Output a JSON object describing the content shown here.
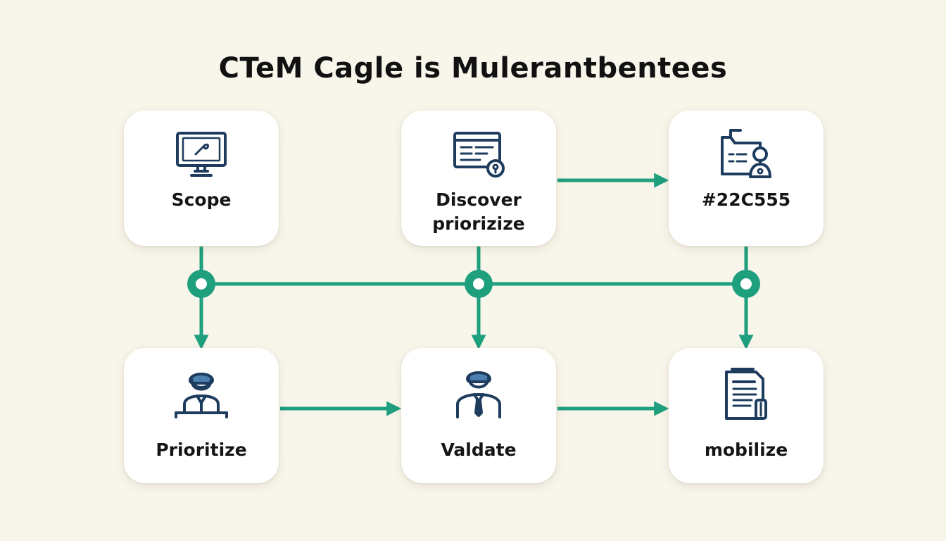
{
  "title": "CTeM Cagle is Mulerantbentees",
  "colors": {
    "background": "#f8f5ea",
    "accent": "#1e9f7e",
    "icon_stroke": "#1d3c5e",
    "card": "#ffffff"
  },
  "nodes": [
    {
      "id": "scope",
      "label_lines": [
        "Scope"
      ],
      "icon": "monitor-icon"
    },
    {
      "id": "discover",
      "label_lines": [
        "Discover",
        "priorizize"
      ],
      "icon": "document-lock-icon"
    },
    {
      "id": "third",
      "label_lines": [
        "#22C555"
      ],
      "icon": "folder-user-icon"
    },
    {
      "id": "prioritize",
      "label_lines": [
        "Prioritize"
      ],
      "icon": "person-at-desk-icon"
    },
    {
      "id": "validate",
      "label_lines": [
        "Valdate"
      ],
      "icon": "person-tie-icon"
    },
    {
      "id": "mobilize",
      "label_lines": [
        "mobilize"
      ],
      "icon": "document-list-icon"
    }
  ]
}
